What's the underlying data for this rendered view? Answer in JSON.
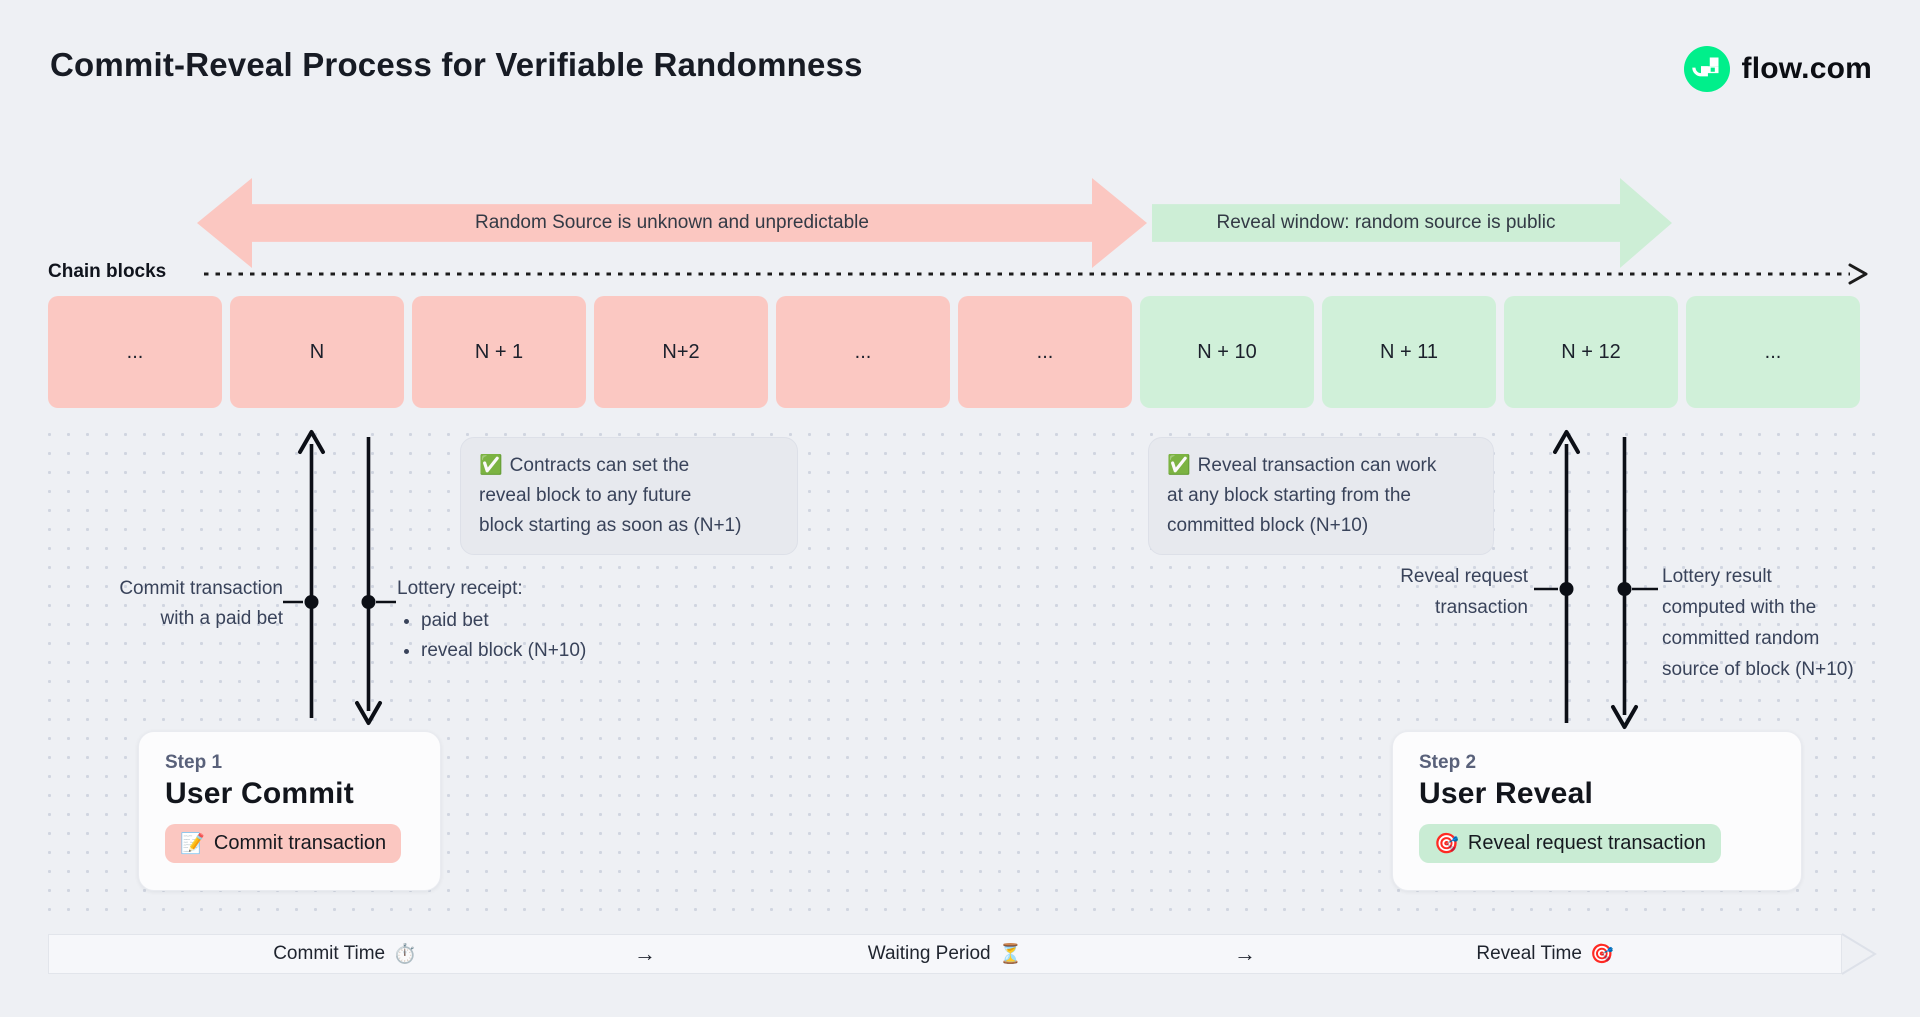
{
  "header": {
    "title": "Commit-Reveal Process for Verifiable Randomness",
    "brand": "flow.com"
  },
  "phases": {
    "commit_label": "Random Source is unknown and unpredictable",
    "reveal_label": "Reveal window: random source is public"
  },
  "chain": {
    "label": "Chain blocks",
    "blocks": [
      {
        "label": "...",
        "phase": "commit"
      },
      {
        "label": "N",
        "phase": "commit"
      },
      {
        "label": "N + 1",
        "phase": "commit"
      },
      {
        "label": "N+2",
        "phase": "commit"
      },
      {
        "label": "...",
        "phase": "commit"
      },
      {
        "label": "...",
        "phase": "commit"
      },
      {
        "label": "N + 10",
        "phase": "reveal"
      },
      {
        "label": "N + 11",
        "phase": "reveal"
      },
      {
        "label": "N + 12",
        "phase": "reveal"
      },
      {
        "label": "...",
        "phase": "reveal"
      }
    ]
  },
  "notes": {
    "commit": {
      "icon": "✅",
      "text": "Contracts can set the\nreveal block to any future\nblock starting as soon as (N+1)"
    },
    "reveal": {
      "icon": "✅",
      "text": "Reveal transaction can work\nat any block starting from the\ncommitted block (N+10)"
    }
  },
  "callouts": {
    "commit_tx": "Commit transaction\nwith a paid bet",
    "lottery_receipt": {
      "title": "Lottery receipt:",
      "items": [
        "paid bet",
        "reveal block (N+10)"
      ]
    },
    "reveal_request": "Reveal request\ntransaction",
    "lottery_result": "Lottery result\ncomputed with the\ncommitted random\nsource of block (N+10)"
  },
  "steps": [
    {
      "step_label": "Step 1",
      "title": "User Commit",
      "button_icon": "📝",
      "button_label": "Commit transaction"
    },
    {
      "step_label": "Step 2",
      "title": "User Reveal",
      "button_icon": "🎯",
      "button_label": "Reveal request transaction"
    }
  ],
  "timeline": {
    "arrow": "→",
    "stages": [
      {
        "label": "Commit Time",
        "icon": "⏱️"
      },
      {
        "label": "Waiting Period",
        "icon": "⏳"
      },
      {
        "label": "Reveal Time",
        "icon": "🎯"
      }
    ]
  },
  "colors": {
    "commit_pink": "#fbc7c1",
    "reveal_green": "#d0f0d9",
    "brand_green": "#00ef8b",
    "background": "#eef0f4"
  }
}
